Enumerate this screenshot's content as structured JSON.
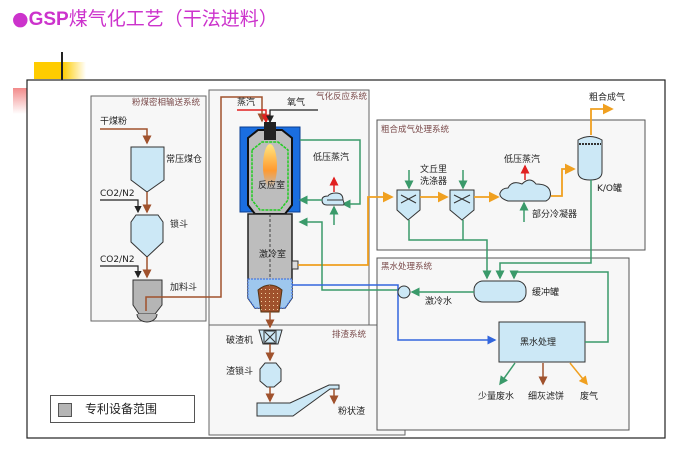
{
  "header": {
    "bullet": "●",
    "brand": "GSP",
    "title": "煤气化工艺（干法进料）"
  },
  "colors": {
    "title": "#cc33cc",
    "steam": "#e02020",
    "gas": "#f0a020",
    "water": "#3a9a6a",
    "blackwater": "#3366dd",
    "solids": "#a0522d",
    "vessel": "#cce8f6",
    "patent": "#b5b5b5",
    "jacket": "#1a6ee0"
  },
  "systems": {
    "coal_feed": "粉煤密相输送系统",
    "gasification": "气化反应系统",
    "syngas": "粗合成气处理系统",
    "blackwater": "黑水处理系统",
    "slag": "排渣系统"
  },
  "labels": {
    "dry_coal": "干煤粉",
    "atm_bin": "常压煤仓",
    "co2n2_1": "CO2/N2",
    "lock_hopper": "锁斗",
    "co2n2_2": "CO2/N2",
    "feed_hopper": "加料斗",
    "steam": "蒸汽",
    "oxygen": "氧气",
    "lp_steam_1": "低压蒸汽",
    "reaction_chamber": "反应室",
    "quench_chamber": "激冷室",
    "venturi": "文丘里",
    "scrubber": "洗涤器",
    "lp_steam_2": "低压蒸汽",
    "partial_condenser": "部分冷凝器",
    "raw_syngas": "粗合成气",
    "ko_drum": "K/O罐",
    "buffer_tank": "缓冲罐",
    "quench_water": "激冷水",
    "blackwater_treatment": "黑水处理",
    "waste_water": "少量废水",
    "filter_cake": "细灰滤饼",
    "waste_gas": "废气",
    "slag_crusher": "破渣机",
    "slag_lock": "渣锁斗",
    "fine_slag": "粉状渣"
  },
  "legend": {
    "label": "专利设备范围"
  }
}
